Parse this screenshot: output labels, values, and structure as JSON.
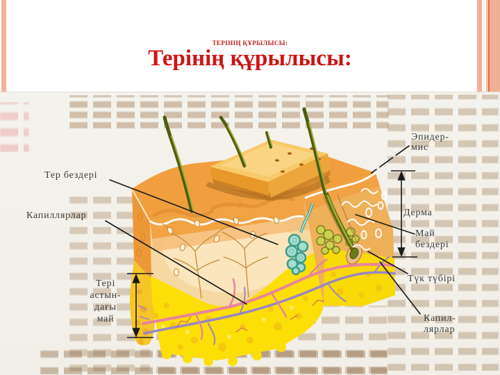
{
  "slide": {
    "pretitle": "ТЕРІНІҢ ҚҰРЫЛЫСЫ:",
    "title": "Терінің құрылысы:"
  },
  "diagram": {
    "description": "textbook-cross-section-of-human-skin",
    "labels": {
      "sweat_glands": "Тер бездері",
      "capillaries_left": "Капиллярлар",
      "epidermis": "Эпидер-\nмис",
      "dermis": "Дерма",
      "sebaceous_glands": "Май\nбездері",
      "hair_root": "Түк түбірі",
      "capillaries_right": "Капил-\nлярлар",
      "subcutaneous_fat": "Тері\nастын-\nдағы\nмай"
    }
  },
  "colors": {
    "title_red": "#ce1414",
    "border_salmon": "#f4b29a",
    "border_orange_line": "#dd7040",
    "scan_paper": "#f3f1ea",
    "skin_surface_orange": "#f19f3e",
    "epidermis_band": "#f2a344",
    "dermis_peach": "#f6d8a2",
    "subcutaneous_yellow": "#fbdf06",
    "hair_olive": "#4d5c0e",
    "sweat_gland_teal": "#3f9e8a",
    "sebaceous_green": "#cbd051",
    "vessel_pink": "#e8849e",
    "vessel_violet": "#9a84c6",
    "label_ink": "#3a3a3a"
  }
}
